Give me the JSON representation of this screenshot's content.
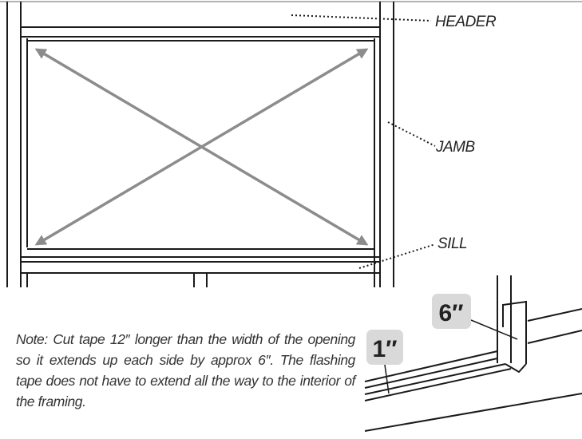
{
  "labels": {
    "header": "HEADER",
    "jamb": "JAMB",
    "sill": "SILL"
  },
  "measurements": {
    "side_extension": "6″",
    "sill_offset": "1″"
  },
  "note": "Note: Cut tape 12″ longer than the width of the opening so it extends up each side by approx 6″. The flashing tape does not have to extend all the way to the interior of the framing.",
  "colors": {
    "line": "#1a1a1a",
    "arrow": "#8c8c8c",
    "badge": "#d9d9d9"
  },
  "icons": {
    "diagonal_arrows": "double-headed-arrow"
  }
}
